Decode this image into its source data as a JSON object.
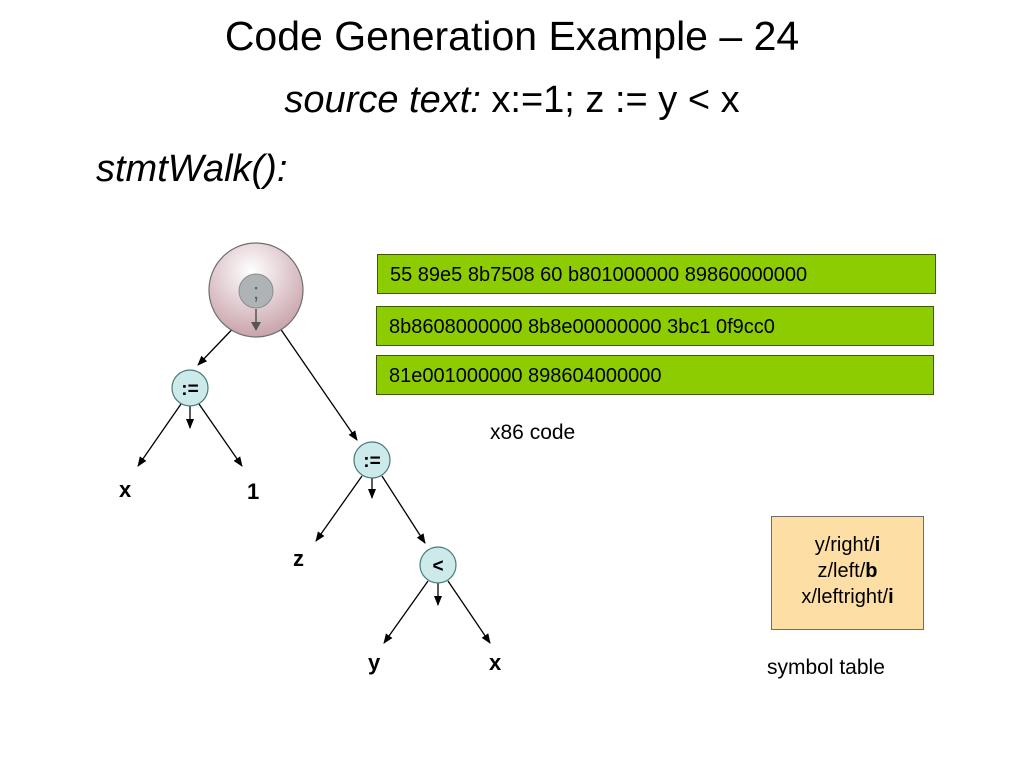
{
  "title": "Code Generation Example – 24",
  "subtitle": {
    "label": "source text:",
    "code": "x:=1; z := y < x"
  },
  "walk_label": "stmtWalk():",
  "tree": {
    "root": ";",
    "assign1": {
      "op": ":=",
      "left": "x",
      "right": "1"
    },
    "assign2": {
      "op": ":=",
      "left": "z"
    },
    "compare": {
      "op": "<",
      "left": "y",
      "right": "x"
    }
  },
  "code": {
    "lines": [
      "55 89e5 8b7508 60 b801000000 89860000000",
      "8b8608000000 8b8e00000000 3bc1 0f9cc0",
      "81e001000000 898604000000"
    ],
    "caption": "x86 code"
  },
  "symbol_table": {
    "entries": [
      {
        "name": "y/right/",
        "reg": "i"
      },
      {
        "name": "z/left/",
        "reg": "b"
      },
      {
        "name": "x/leftright/",
        "reg": "i"
      }
    ],
    "caption": "symbol table"
  },
  "colors": {
    "code_box": "#8ccc00",
    "symbol_table": "#fddea4",
    "op_node": "#cdeaea",
    "root_gradient": [
      "#ffffff",
      "#c9a3ab"
    ]
  }
}
